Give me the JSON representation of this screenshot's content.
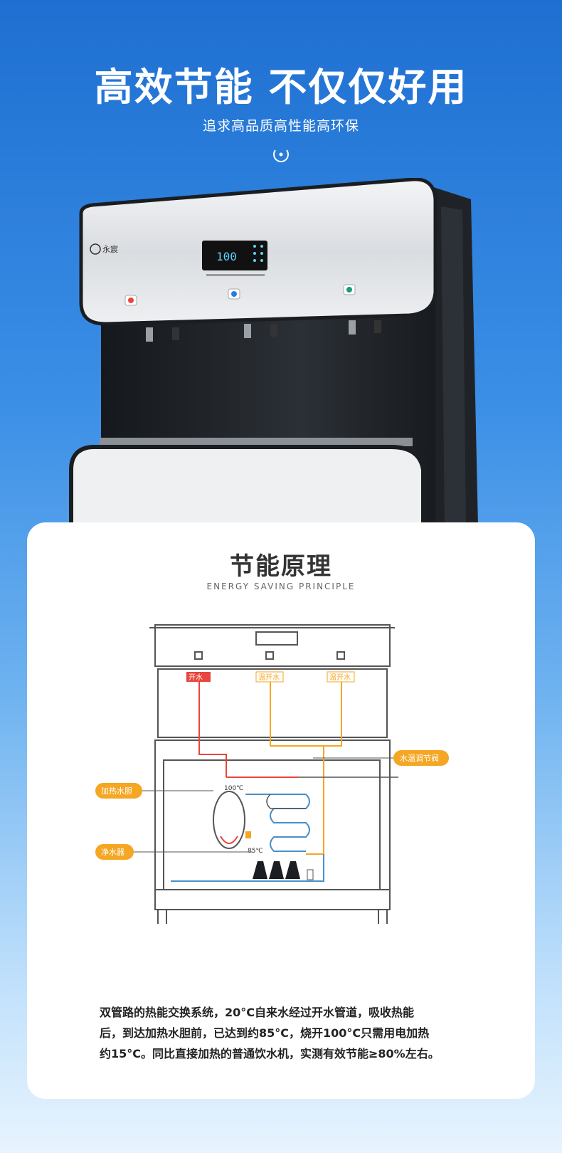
{
  "hero": {
    "title": "高效节能 不仅仅好用",
    "subtitle": "追求高品质高性能高环保"
  },
  "machine": {
    "brand": "永宸",
    "display_value": "100"
  },
  "section": {
    "title": "节能原理",
    "subtitle": "ENERGY SAVING PRINCIPLE"
  },
  "diagram": {
    "tap_labels": [
      "开水",
      "温开水",
      "温开水"
    ],
    "callouts": [
      "水温调节阀",
      "加热水胆",
      "净水器"
    ],
    "temp_labels": [
      "100℃",
      "85℃"
    ]
  },
  "description": {
    "lines": [
      "双管路的热能交换系统，20°C自来水经过开水管道，吸收热能",
      "后，到达加热水胆前，已达到约85°C，烧开100°C只需用电加热",
      "约15°C。同比直接加热的普通饮水机，实测有效节能≥80%左右。"
    ]
  },
  "colors": {
    "accent_orange": "#f5a623",
    "hot_red": "#e8453c",
    "pipe_blue": "#4a90c8",
    "bg_blue": "#1e6fd1"
  }
}
